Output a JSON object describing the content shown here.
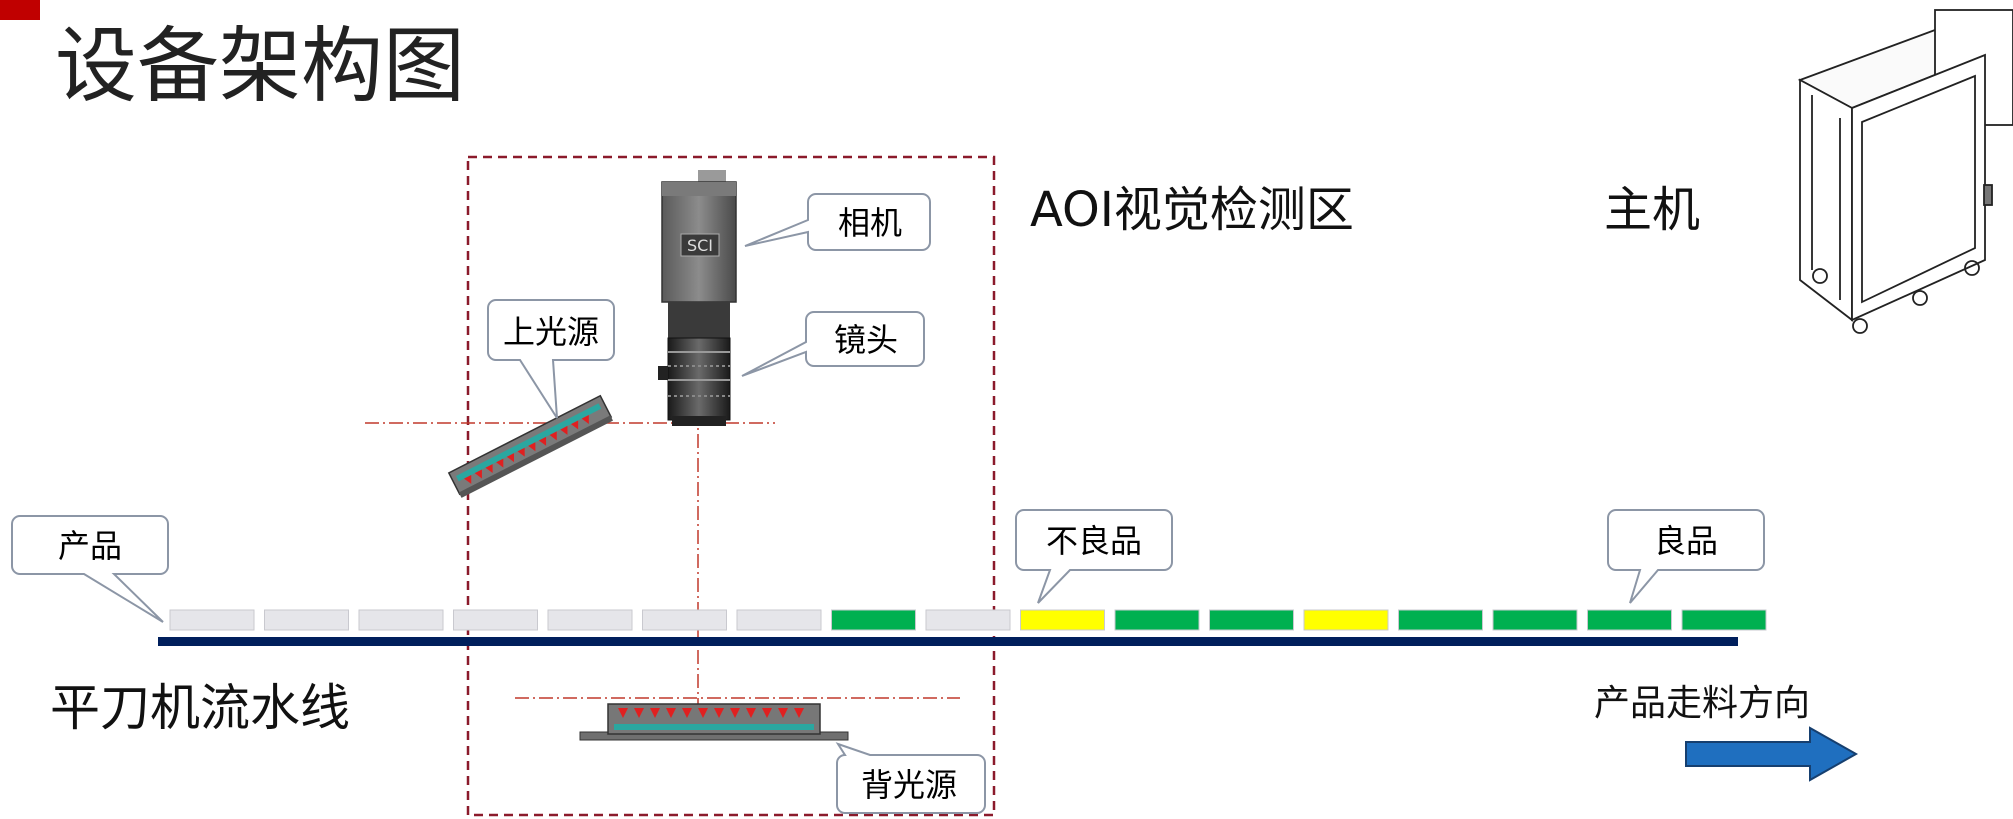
{
  "page": {
    "title": "设备架构图",
    "zone_label": "AOI视觉检测区",
    "host_label": "主机",
    "line_label": "平刀机流水线",
    "direction_label": "产品走料方向"
  },
  "callouts": {
    "camera": "相机",
    "lens": "镜头",
    "top_light": "上光源",
    "back_light": "背光源",
    "product": "产品",
    "defective": "不良品",
    "good": "良品"
  },
  "camera_brand": "SCI",
  "colors": {
    "accent_red": "#c00000",
    "zone_border": "#8b1a2b",
    "conveyor": "#001f5c",
    "arrow_blue": "#1f6fbf",
    "product_unchecked": "#e6e6ea",
    "product_good": "#00b050",
    "product_defective": "#ffff00",
    "callout_border": "#8c96a6"
  },
  "products": [
    "unchecked",
    "unchecked",
    "unchecked",
    "unchecked",
    "unchecked",
    "unchecked",
    "unchecked",
    "good",
    "unchecked",
    "defective",
    "good",
    "good",
    "defective",
    "good",
    "good",
    "good",
    "good"
  ]
}
